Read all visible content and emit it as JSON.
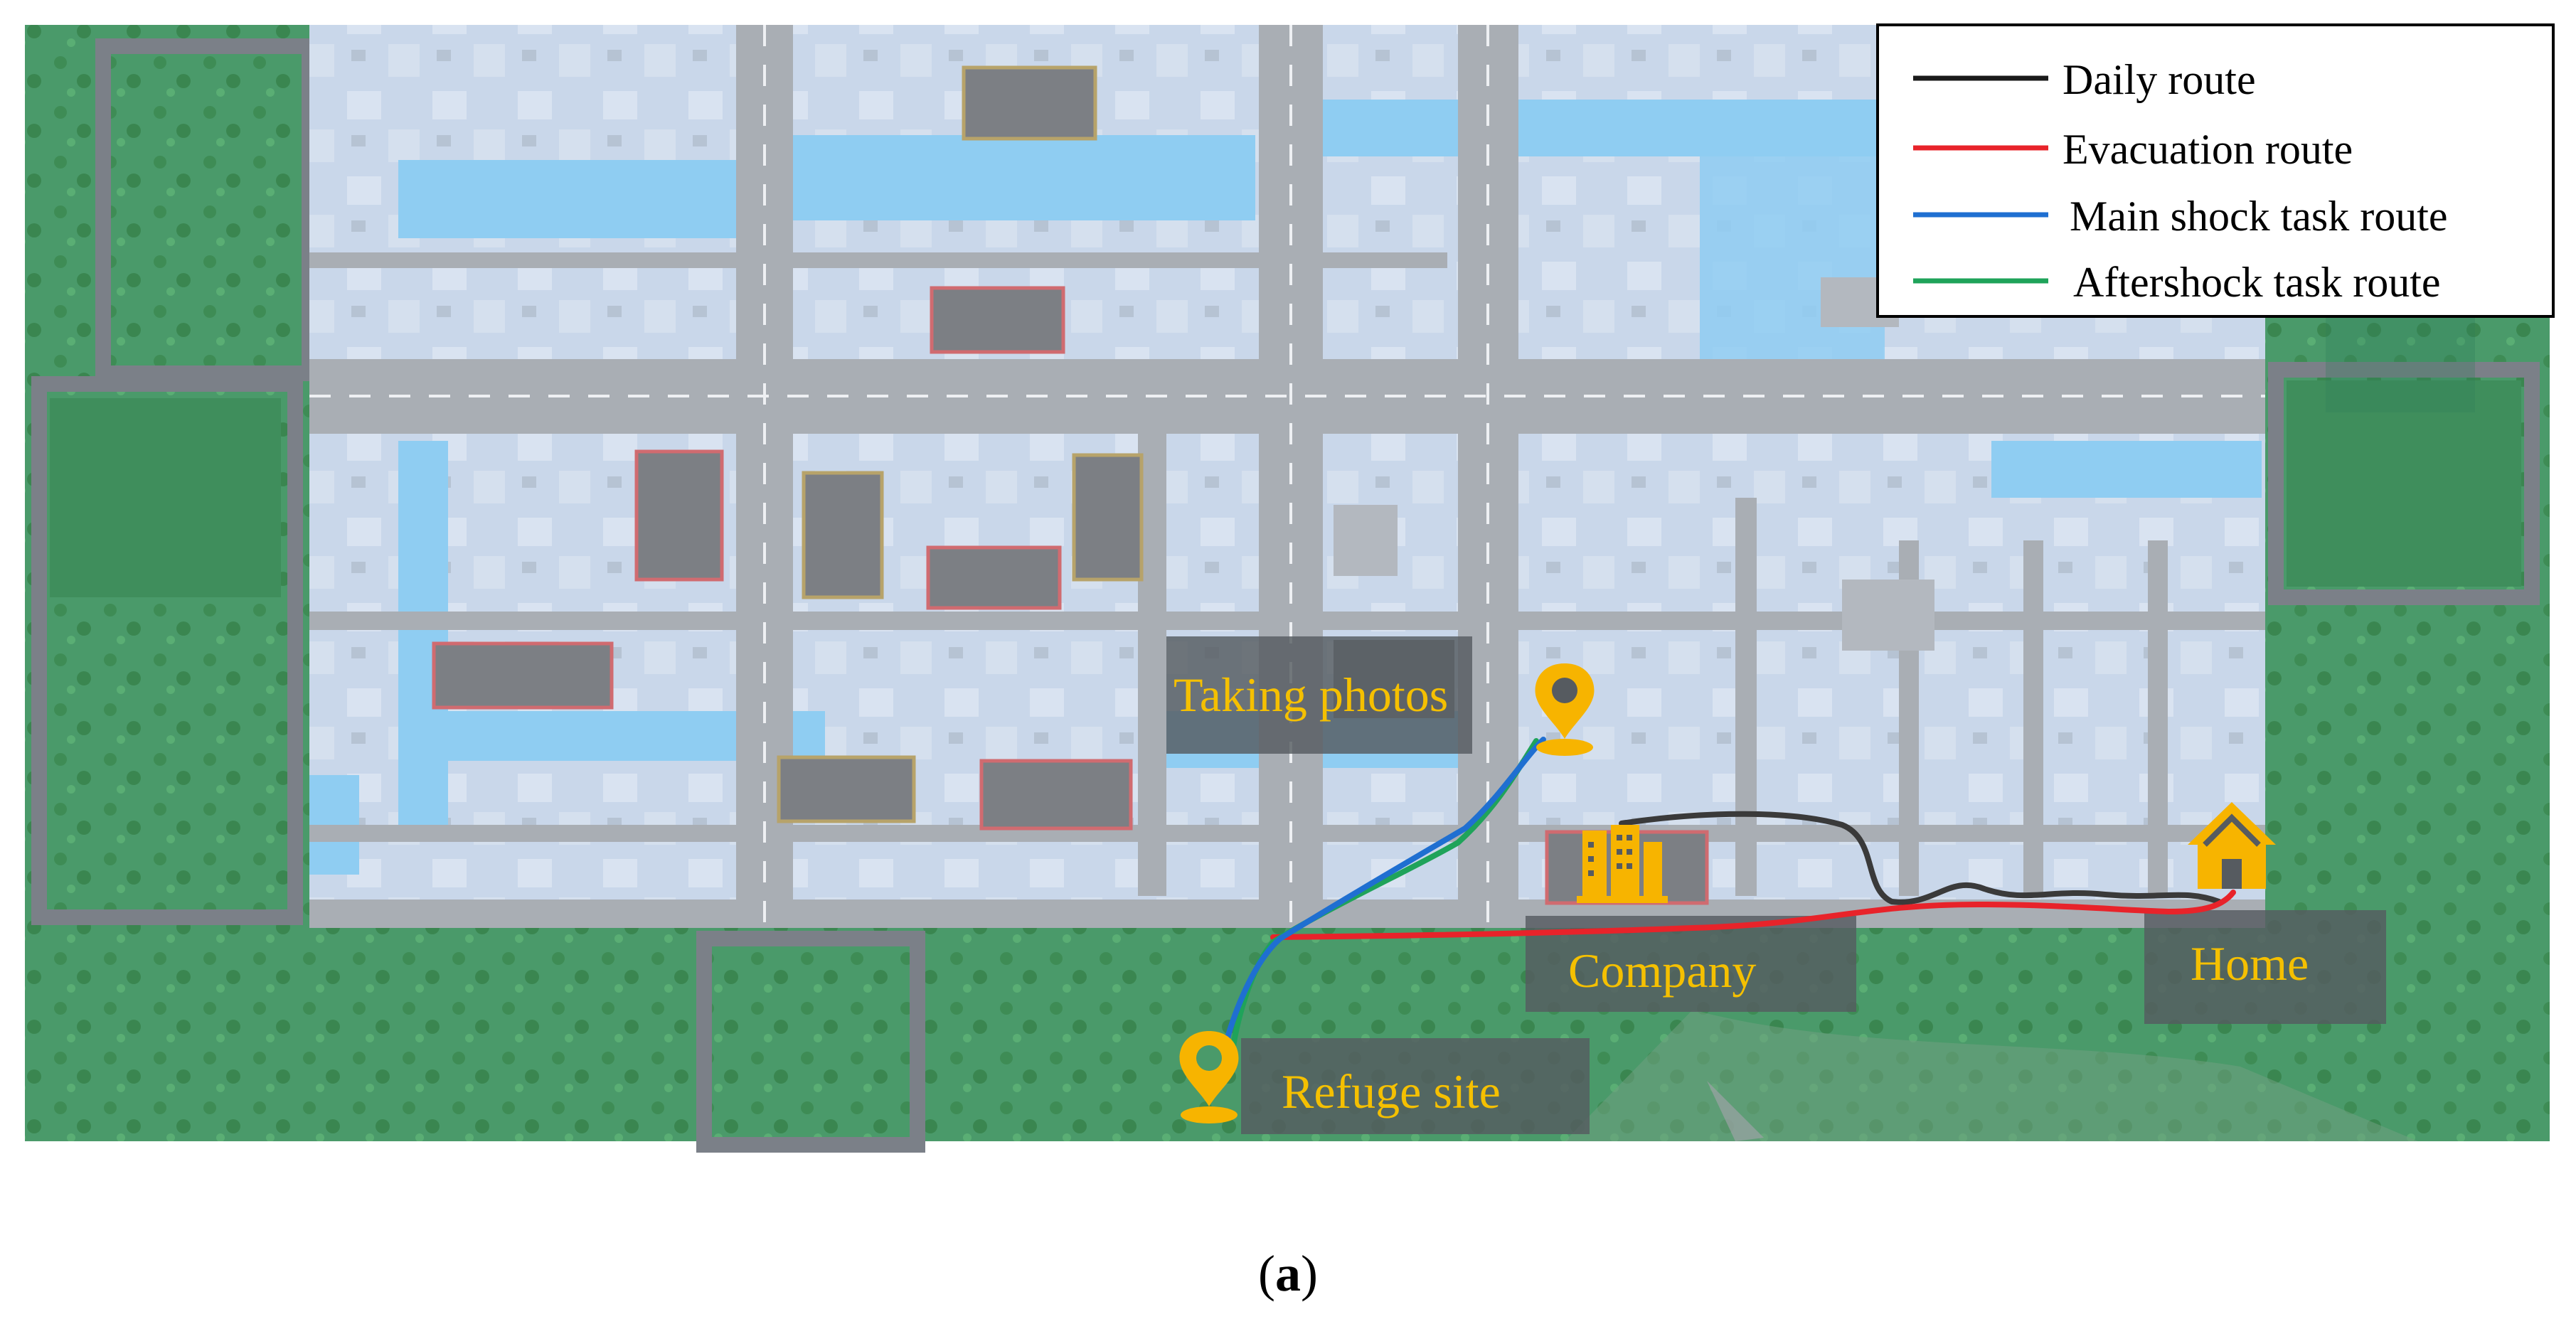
{
  "legend": {
    "items": [
      {
        "label": "Daily route",
        "color": "#1a1a1a"
      },
      {
        "label": "Evacuation route",
        "color": "#e8232a"
      },
      {
        "label": "Main shock task route",
        "color": "#1f6fd1"
      },
      {
        "label": "Aftershock task route",
        "color": "#1fa35a"
      }
    ]
  },
  "places": {
    "taking_photos": "Taking photos",
    "company": "Company",
    "home": "Home",
    "refuge_site": "Refuge site"
  },
  "caption": {
    "open": "(",
    "letter": "a",
    "close": ")"
  },
  "colors": {
    "park": "#4a9a6a",
    "road": "#a9aeb4",
    "block": "#c9d7ea",
    "water": "#8fcdf2",
    "marker": "#f7b400",
    "label_text": "#f5c000"
  },
  "icons": {
    "taking_photos": "location-pin-icon",
    "refuge_site": "location-pin-icon",
    "company": "building-icon",
    "home": "house-icon"
  }
}
